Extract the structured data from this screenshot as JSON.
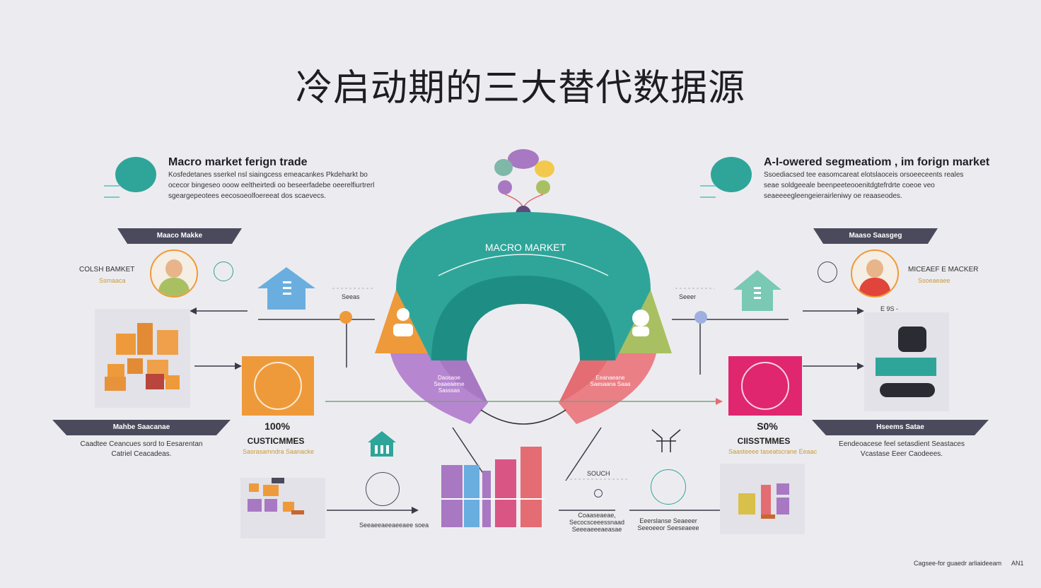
{
  "title": "冷启动期的三大替代数据源",
  "left": {
    "heading": "Macro market ferign trade",
    "desc": "Kosfedetanes sserkel nsl siaingcess emeacankes Pkdeharkt bo ocecor bingeseo ooow eeltheirtedi oo beseerfadebe oeerelfiurtrerl sgeargepeotees eecosoeolfoereeat dos scaevecs.",
    "tag_top": "Maaco Makke",
    "person_label": "COLSH BAMKET",
    "person_sub": "Ssmaaca",
    "tag_bottom": "Mahbe Saacanae",
    "bottom_text": "Caadtee Ceancues sord to Eesarentan Catriel Ceacadeas.",
    "pct": "100%",
    "pct_label": "CUSTICMMES",
    "pct_sub": "Sasrasamndra Saanacke",
    "mid_label": "Seeas",
    "bottom_label": "Seeaeeaeeaeeaee soea"
  },
  "right": {
    "heading": "A-I-owered segmeatiom , im forign market",
    "desc": "Ssoediacsed tee easomcareat elotslaoceis orsoeeceents reales seae soldgeeale beenpeeteooenitdgtefrdrte coeoe veo seaeeeegleengeierairleniwy oe reaaseodes.",
    "tag_top": "Maaso Saasgeg",
    "person_label": "MICEAEF E MACKER",
    "person_sub": "Ssoeaeaee",
    "stat_small": "E 9S -",
    "tag_bottom": "Hseems Satae",
    "bottom_text": "Eendeoacese feel setasdient Seastaces Vcastase Eeer Caodeees.",
    "pct": "S0%",
    "pct_label": "CIISSTMMES",
    "pct_sub": "Saasteeee taseatscrane Eeaac",
    "mid_label": "Seeer",
    "center_label": "SOUCH",
    "bottom_label1": "Coaaseaeae, Secocsceeessnaad Seeeaeeeaeasae",
    "bottom_label2": "Eeerslanse Seaeeer Seeoeeor Seeseaeee"
  },
  "center": {
    "arch_label": "MACRO MARKET",
    "left_wing": "Daosaoe Seaaeaeme Sasssas",
    "right_wing": "Eeanaeane Saesaana Saaa"
  },
  "footer": {
    "note": "Cagsee-for guaedr arliaideeam",
    "code": "AN1"
  },
  "colors": {
    "teal": "#2fa59a",
    "orange": "#ef9a3a",
    "purple": "#a878c3",
    "green": "#a9c062",
    "red": "#e46c73",
    "magenta": "#e0266f",
    "blue": "#6aaee0",
    "dark": "#4a4a5c"
  },
  "icons": [
    "chat-bubble-icon",
    "house-icon",
    "person-avatar-icon",
    "scales-icon",
    "bar-chart-icon",
    "pin-icon",
    "machine-icon"
  ]
}
